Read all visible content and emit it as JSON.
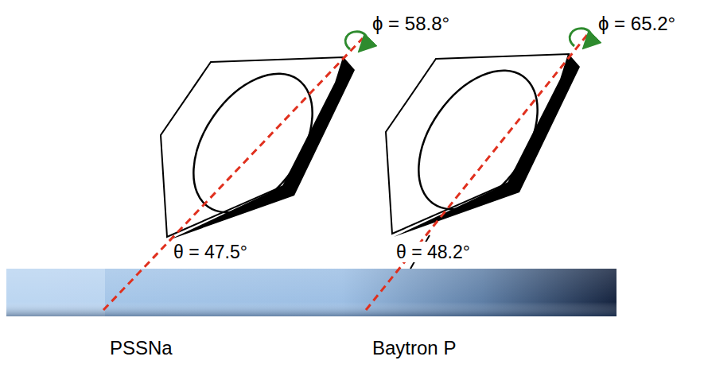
{
  "diagram": {
    "labels": [
      "ϕ = 58.8°",
      "θ = 47.5°",
      "ϕ = 65.2°",
      "θ = 48.2°",
      "PSSNa",
      "Baytron P"
    ]
  }
}
